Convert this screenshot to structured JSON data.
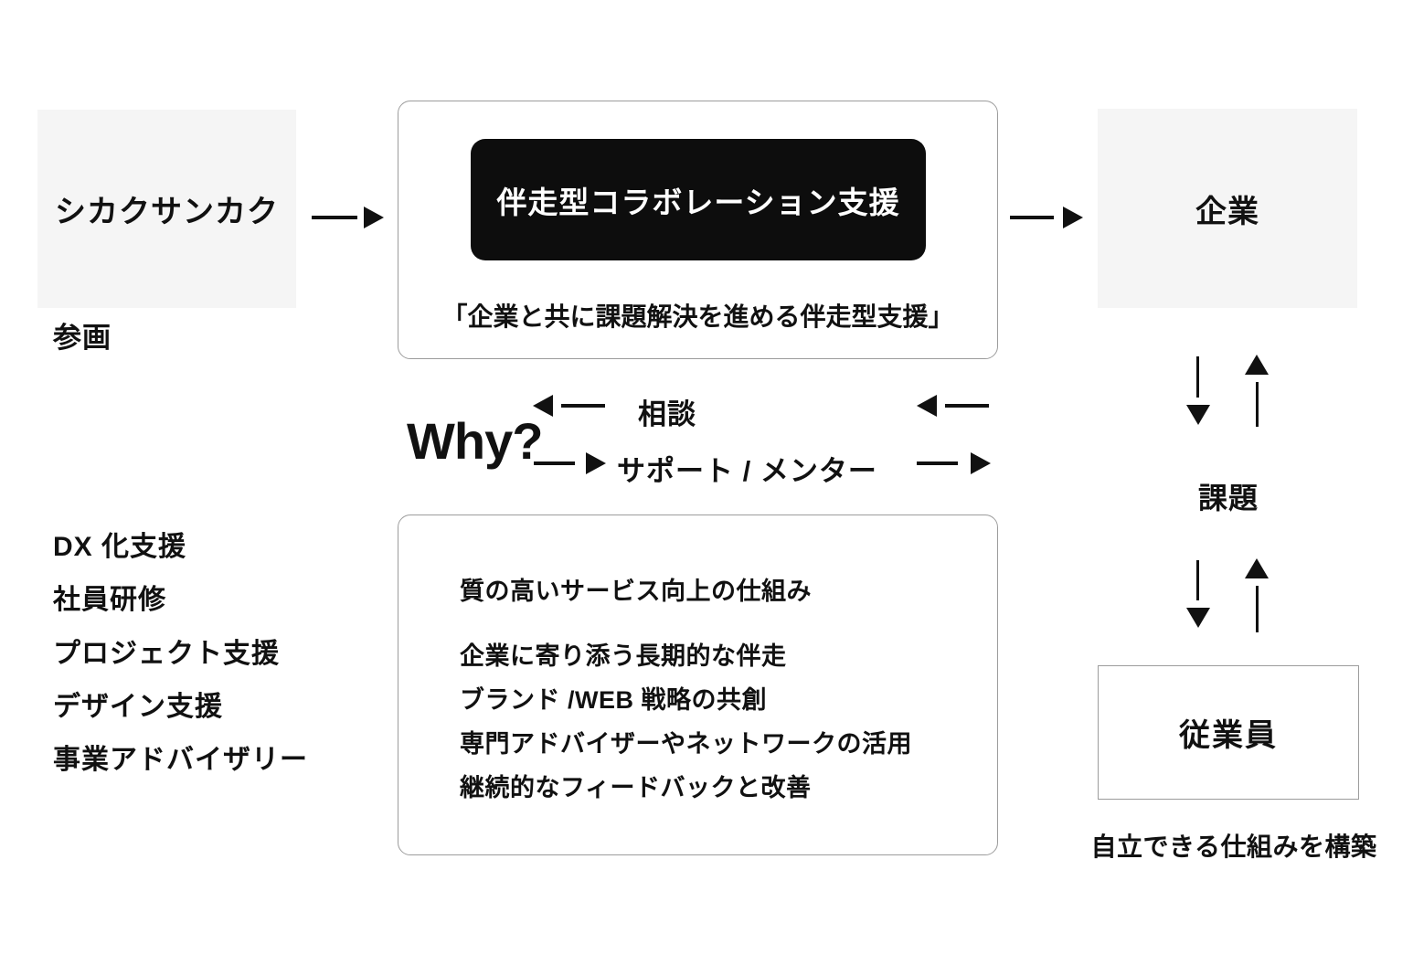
{
  "palette": {
    "background": "#ffffff",
    "gray_box_fill": "#f5f5f5",
    "outline_border": "#9c9c9c",
    "pill_black": "#0d0d0d",
    "text_black": "#111111"
  },
  "left": {
    "org_label": "シカクサンカク",
    "participation_label": "参画",
    "services": [
      "DX 化支援",
      "社員研修",
      "プロジェクト支援",
      "デザイン支援",
      "事業アドバイザリー"
    ]
  },
  "center": {
    "pill_label": "伴走型コラボレーション支援",
    "caption": "「企業と共に課題解決を進める伴走型支援」",
    "why_label": "Why?",
    "consult_label": "相談",
    "support_label": "サポート / メンター",
    "details": {
      "heading": "質の高いサービス向上の仕組み",
      "items": [
        "企業に寄り添う長期的な伴走",
        "ブランド /WEB 戦略の共創",
        "専門アドバイザーやネットワークの活用",
        "継続的なフィードバックと改善"
      ]
    }
  },
  "right": {
    "company_label": "企業",
    "issue_label": "課題",
    "employee_label": "従業員",
    "footer_label": "自立できる仕組みを構築"
  }
}
